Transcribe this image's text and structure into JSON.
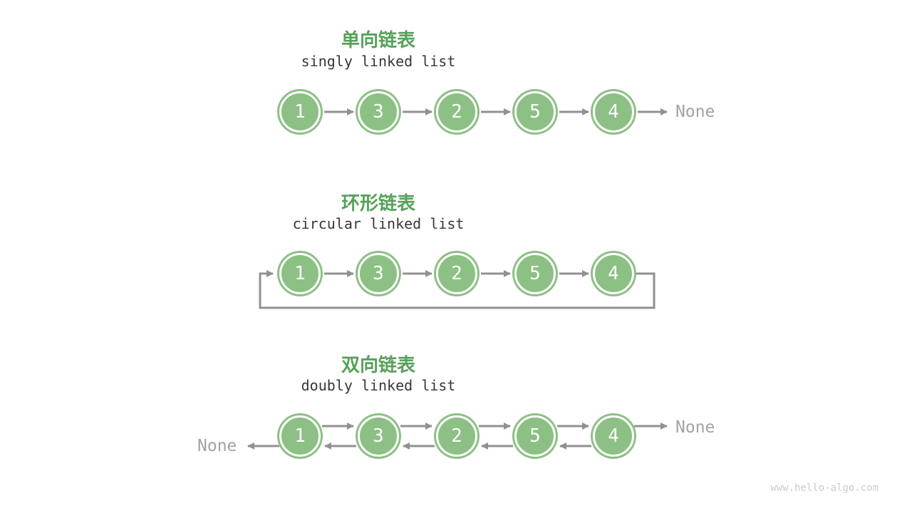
{
  "colors": {
    "node_green": "#8cc084",
    "title_green": "#57a15a",
    "subtitle_dark": "#383838",
    "arrow_gray": "#919191",
    "none_gray": "#a3a3a3",
    "watermark_gray": "#cccccc"
  },
  "sections": {
    "singly": {
      "title_zh": "单向链表",
      "title_en": "singly linked list",
      "nodes": [
        "1",
        "3",
        "2",
        "5",
        "4"
      ],
      "tail_label": "None"
    },
    "circular": {
      "title_zh": "环形链表",
      "title_en": "circular linked list",
      "nodes": [
        "1",
        "3",
        "2",
        "5",
        "4"
      ]
    },
    "doubly": {
      "title_zh": "双向链表",
      "title_en": "doubly linked list",
      "nodes": [
        "1",
        "3",
        "2",
        "5",
        "4"
      ],
      "head_label": "None",
      "tail_label": "None"
    }
  },
  "watermark": "www.hello-algo.com"
}
